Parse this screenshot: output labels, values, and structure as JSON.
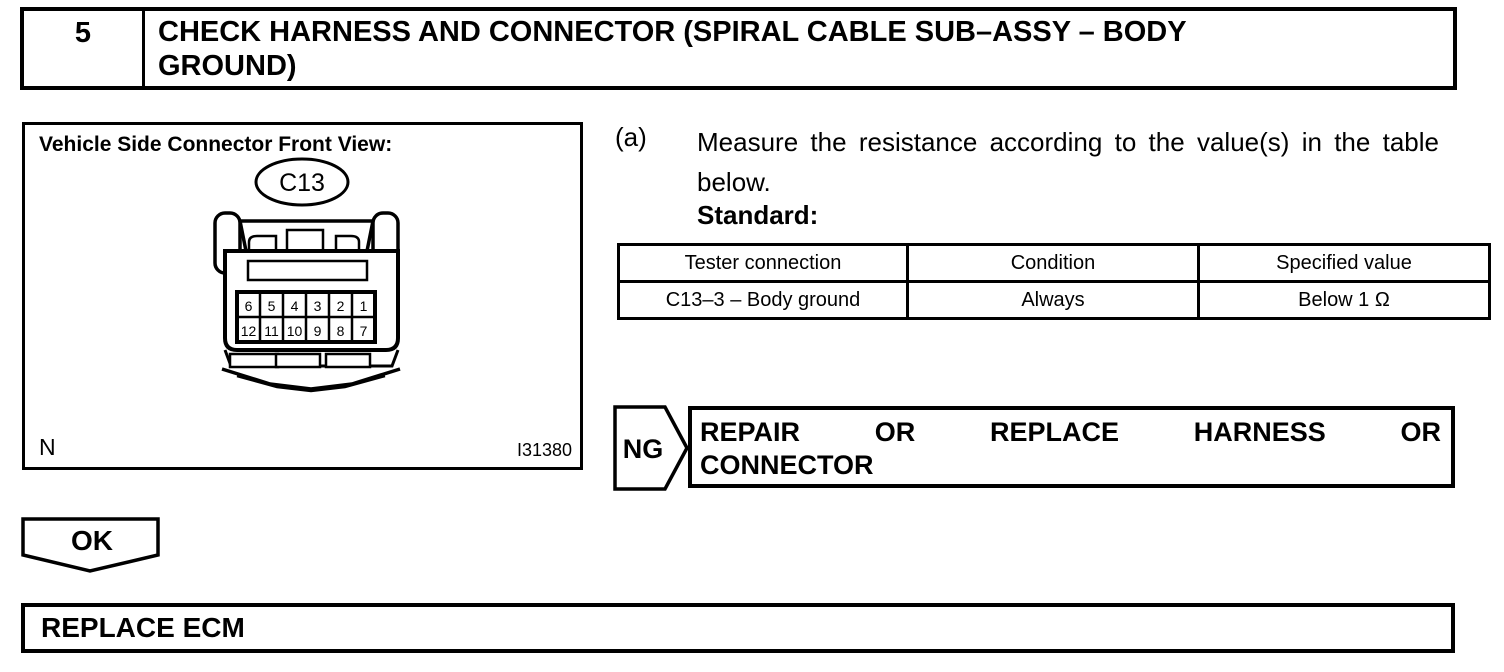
{
  "step_header": {
    "number": "5",
    "title_lines": [
      "CHECK HARNESS AND CONNECTOR (SPIRAL CABLE SUB–ASSY – BODY",
      "GROUND)"
    ]
  },
  "figure": {
    "title": "Vehicle Side Connector Front View:",
    "connector_label": "C13",
    "pins_top_row": [
      "6",
      "5",
      "4",
      "3",
      "2",
      "1"
    ],
    "pins_bottom_row": [
      "12",
      "11",
      "10",
      "9",
      "8",
      "7"
    ],
    "corner_label": "N",
    "figure_id": "I31380"
  },
  "instruction": {
    "item_label": "(a)",
    "text": "Measure the resistance according to the value(s) in the table below.",
    "standard_label": "Standard:"
  },
  "spec_table": {
    "headers": [
      "Tester connection",
      "Condition",
      "Specified value"
    ],
    "rows": [
      [
        "C13–3 – Body ground",
        "Always",
        "Below 1 Ω"
      ]
    ]
  },
  "ng_result": {
    "label": "NG",
    "action_line1": "REPAIR OR REPLACE HARNESS OR",
    "action_line2": "CONNECTOR"
  },
  "ok_result": {
    "label": "OK"
  },
  "final_action": {
    "text": "REPLACE ECM"
  }
}
